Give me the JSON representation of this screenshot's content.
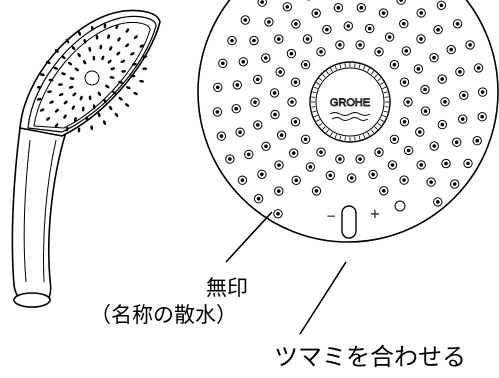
{
  "brand_logo": "GROHE",
  "minus_mark": "−",
  "plus_mark": "+",
  "circle_mark": "○",
  "labels": {
    "muin": "無印",
    "name_paren": "（名称の散水）",
    "align": "ツマミを合わせる"
  },
  "colors": {
    "line": "#000000",
    "background": "#ffffff"
  }
}
